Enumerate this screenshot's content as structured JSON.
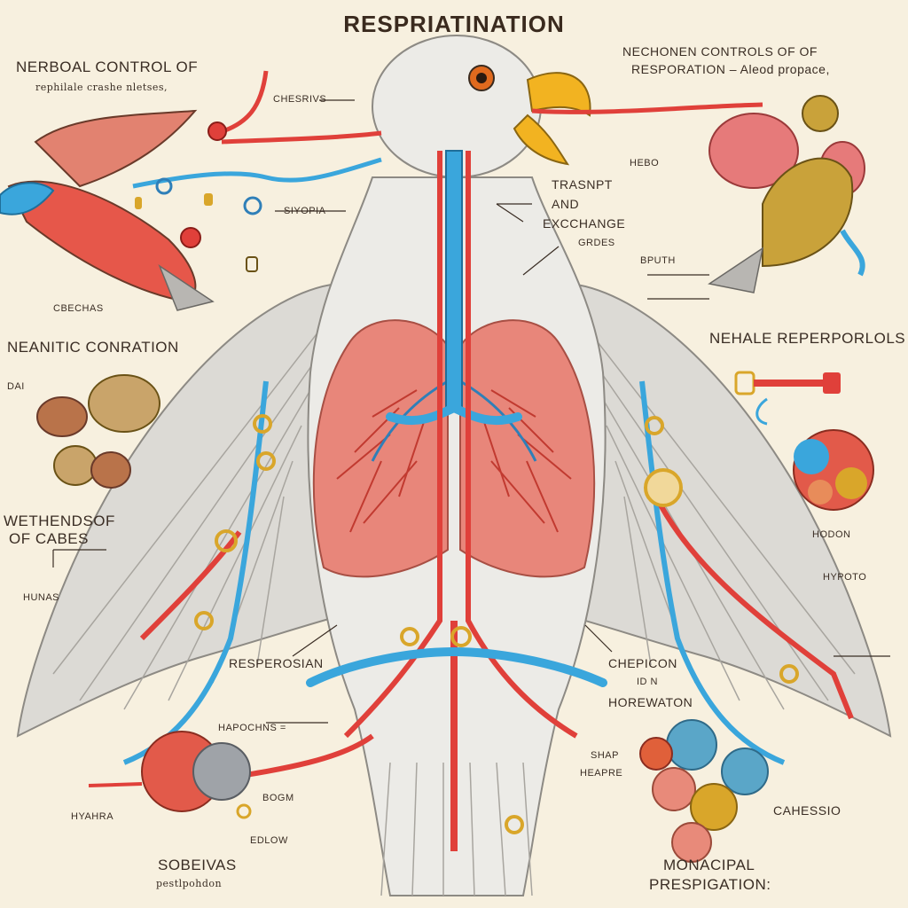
{
  "title": "RESPRIATINATION",
  "labels": {
    "top_left_heading": "NERBOAL CONTROL OF",
    "top_left_sub": "rephilale crashe nletses,",
    "top_right_heading": "NECHONEN CONTROLS OF OF",
    "top_right_sub": "RESPORATION – Aleod propace,",
    "chesrivs": "CHESRIVS",
    "siyopia": "SIYOPIA",
    "hebo": "HEBO",
    "transport_line1": "TRASNPT",
    "transport_line2": "AND",
    "transport_line3": "EXCCHANGE",
    "transport_line4": "GRDES",
    "bputh": "BPUTH",
    "cbechas": "CBECHAS",
    "neanitic": "NEANITIC CONRATION",
    "dai": "DAI",
    "wethendsof_line1": "WETHENDSOF",
    "wethendsof_line2": "OF CABES",
    "hunas": "HUNAS",
    "nehale": "NEHALE REPERPORLOLS",
    "hodon": "HODON",
    "hypoto": "HYPOTO",
    "resperosian": "RESPEROSIAN",
    "chepicon_line1": "CHEPICON",
    "chepicon_line2": "ID N",
    "chepicon_line3": "HOREWATON",
    "hapochns": "HAPOCHNS =",
    "shap_line1": "SHAP",
    "shap_line2": "HEAPRE",
    "hyahra": "HYAHRA",
    "bogm": "BOGM",
    "edlow": "EDLOW",
    "cahessio": "CAHESSIO",
    "sobeivas_line1": "SOBEIVAS",
    "sobeivas_line2": "pestlpohdon",
    "monacipal_line1": "MONACIPAL",
    "monacipal_line2": "PRESPIGATION:"
  },
  "colors": {
    "artery_red": "#e0403a",
    "vessel_blue": "#3aa6dc",
    "lung_pink": "#e8867a",
    "gold": "#d9a62a",
    "feather_gray": "#d6d4cf",
    "beak_yellow": "#f2b321",
    "background": "#f7f0df"
  }
}
